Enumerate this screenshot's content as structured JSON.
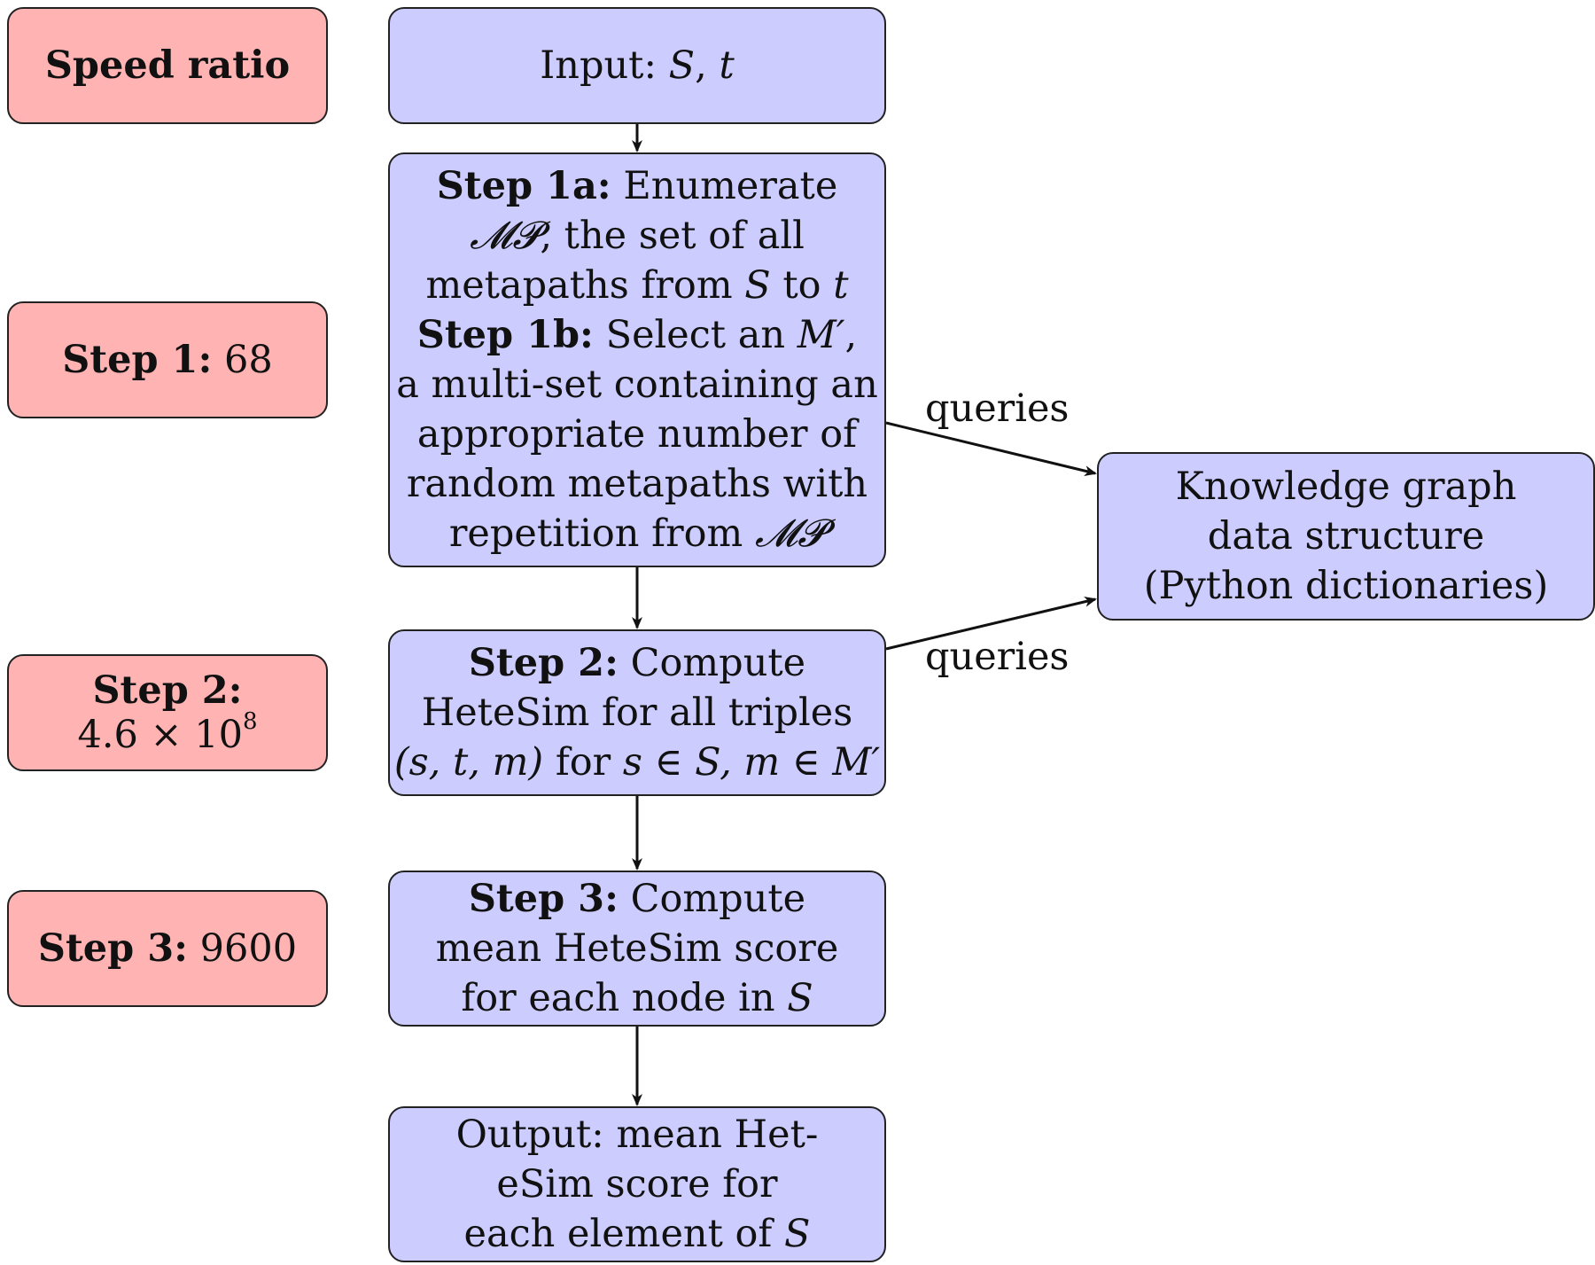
{
  "speed": {
    "header": "Speed ratio",
    "step1": {
      "label": "Step 1:",
      "value": "68"
    },
    "step2": {
      "label": "Step 2:",
      "mantissa": "4.6 × 10",
      "exponent": "8"
    },
    "step3": {
      "label": "Step 3:",
      "value": "9600"
    }
  },
  "flow": {
    "input": {
      "prefix": "Input: ",
      "s": "S",
      "sep": ", ",
      "t": "t"
    },
    "step1": {
      "a_label": "Step 1a:",
      "a_word": " Enumerate",
      "mp": "𝓜𝓟",
      "line2_rest": ", the set of all",
      "line3_pre": "metapaths from ",
      "line3_s": "S",
      "line3_mid": " to ",
      "line3_t": "t",
      "b_label": "Step 1b:",
      "b_pre": " Select an ",
      "b_m": "M′",
      "b_post": ",",
      "line5": "a multi-set containing an",
      "line6": "appropriate number of",
      "line7": "random metapaths with",
      "line8_pre": "repetition from ",
      "line8_mp": "𝓜𝓟"
    },
    "step2": {
      "label": "Step 2:",
      "word": " Compute",
      "line2": "HeteSim for all triples",
      "tuple": "(s, t, m)",
      "for": " for ",
      "cond": "s ∈ S, m ∈ M′"
    },
    "step3": {
      "label": "Step 3:",
      "word": " Compute",
      "line2": "mean HeteSim score",
      "line3_pre": "for each node in ",
      "line3_s": "S"
    },
    "output": {
      "line1": "Output: mean Het-",
      "line2": "eSim score for",
      "line3_pre": "each element of ",
      "line3_s": "S"
    }
  },
  "knowledge": {
    "line1": "Knowledge graph",
    "line2": "data structure",
    "line3": "(Python dictionaries)"
  },
  "edges": {
    "queries1": "queries",
    "queries2": "queries"
  }
}
